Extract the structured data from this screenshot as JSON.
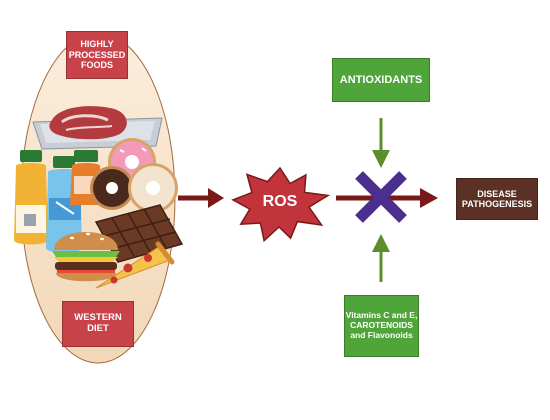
{
  "labels": {
    "highly_processed_foods": "HIGHLY PROCESSED FOODS",
    "western_diet": "WESTERN DIET",
    "antioxidants": "ANTIOXIDANTS",
    "ros": "ROS",
    "vitamins": "Vitamins C and E, CAROTENOIDS and Flavonoids",
    "disease_pathogenesis": "DISEASE PATHOGENESIS"
  },
  "icons": [
    "meat-tray-icon",
    "juice-bottle-icon",
    "water-bottle-icon",
    "sauce-bottle-icon",
    "donut-icon",
    "chocolate-bar-icon",
    "burger-icon",
    "pizza-slice-icon",
    "ros-starburst-icon",
    "block-x-icon"
  ],
  "colors": {
    "red_box": "#c8424a",
    "green_box": "#4fa43a",
    "brown_box": "#5a3124",
    "arrow": "#7a1a18",
    "starburst": "#c1343c",
    "x_mark": "#4a2f8e"
  }
}
